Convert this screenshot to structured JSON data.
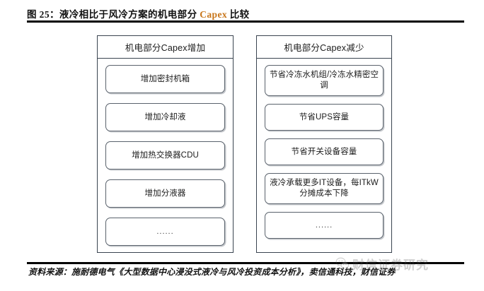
{
  "figure": {
    "label": "图 25：液冷相比于风冷方案的机电部分 ",
    "accent_word": "Capex",
    "label_tail": " 比较",
    "title_full": "图 25：液冷相比于风冷方案的机电部分 Capex 比较",
    "accent_color": "#c8761a",
    "rule_color": "#000000"
  },
  "diagram": {
    "type": "two-column-comparison",
    "panels": [
      {
        "id": "increase",
        "header": "机电部分Capex增加",
        "items": [
          {
            "text": "增加密封机箱"
          },
          {
            "text": "增加冷却液"
          },
          {
            "text": "增加热交换器CDU"
          },
          {
            "text": "增加分液器"
          },
          {
            "text": "......"
          }
        ]
      },
      {
        "id": "decrease",
        "header": "机电部分Capex减少",
        "items": [
          {
            "text": "节省冷冻水机组/冷冻水精密空调"
          },
          {
            "text": "节省UPS容量"
          },
          {
            "text": "节省开关设备容量"
          },
          {
            "text": "液冷承载更多IT设备，每ITkW分摊成本下降"
          },
          {
            "text": "......"
          }
        ]
      }
    ],
    "box_border_color": "#5a626c",
    "panel_border_color": "#3a4450"
  },
  "footer": {
    "source": "资料来源：施耐德电气《大型数据中心浸没式液冷与风冷投资成本分析》，卖信通科技，财信证券"
  },
  "watermark": {
    "text": "财信证券研究",
    "logo": "wechat-icon"
  }
}
